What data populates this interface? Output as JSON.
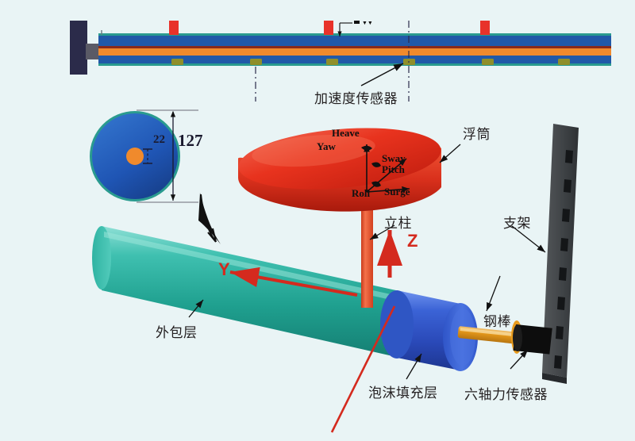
{
  "figure": {
    "background_color": "#e9f4f5",
    "title_text": ""
  },
  "top_view": {
    "name": "instrumented-beam-elevation",
    "beam_color": "#2159a8",
    "core_color": "#f08a2c",
    "edge_color": "#2a9b8f",
    "mount_color": "#2b2b4a",
    "marker_color": "#e8322a",
    "sensor_color": "#8f8f2a",
    "marker_count": 3,
    "sensor_count": 6,
    "dimension_note": "",
    "callout": {
      "label": "加速度传感器",
      "meaning": "acceleration sensor"
    }
  },
  "cross_section": {
    "name": "pipe-cross-section",
    "outer_color": "#2159a8",
    "ring_color": "#2a9b8f",
    "core_color": "#f08a2c",
    "outer_dimension": "127",
    "inner_dimension": "22"
  },
  "model": {
    "buoy": {
      "label": "浮筒",
      "meaning": "buoy / float",
      "color": "#e8331e"
    },
    "spar": {
      "label": "立柱",
      "meaning": "spar column",
      "color": "#e8522e"
    },
    "outer_layer": {
      "label": "外包层",
      "meaning": "outer cladding layer",
      "color": "#35b6a4"
    },
    "foam_layer": {
      "label": "泡沫填充层",
      "meaning": "foam filling layer",
      "color": "#3056bf"
    },
    "steel_rod": {
      "label": "钢棒",
      "meaning": "steel rod",
      "color": "#e8a020"
    },
    "force_sensor": {
      "label": "六轴力传感器",
      "meaning": "six-axis force sensor",
      "color": "#111111"
    },
    "bracket": {
      "label": "支架",
      "meaning": "support bracket",
      "color": "#46494c"
    }
  },
  "axes": {
    "y_label": "Y",
    "z_label": "Z",
    "color": "#d42a1e"
  },
  "dof_labels": [
    {
      "id": "heave",
      "text": "Heave"
    },
    {
      "id": "yaw",
      "text": "Yaw"
    },
    {
      "id": "sway",
      "text": "Sway"
    },
    {
      "id": "pitch",
      "text": "Pitch"
    },
    {
      "id": "roll",
      "text": "Roll"
    },
    {
      "id": "surge",
      "text": "Surge"
    }
  ]
}
